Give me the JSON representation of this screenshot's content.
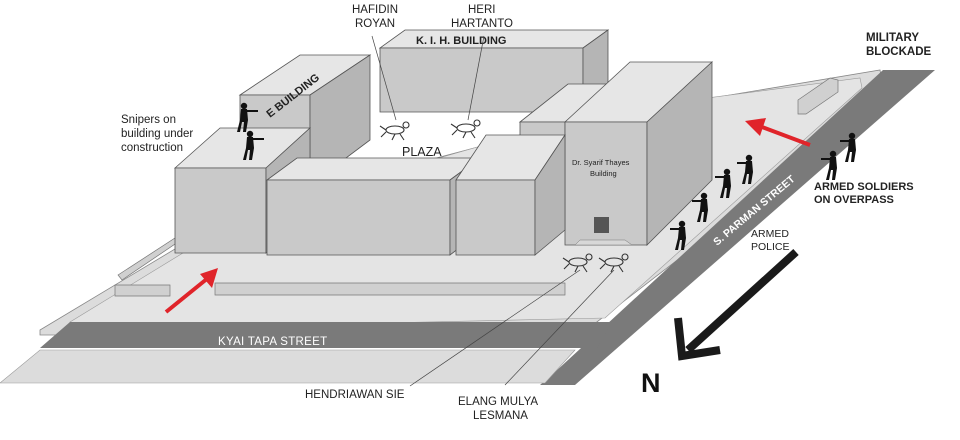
{
  "labels": {
    "hafidin": [
      "HAFIDIN",
      "ROYAN"
    ],
    "heri": [
      "HERI",
      "HARTANTO"
    ],
    "kih_building": "K. I. H. BUILDING",
    "e_building": "E BUILDING",
    "snipers": [
      "Snipers on",
      "building under",
      "construction"
    ],
    "plaza": "PLAZA",
    "syarif_building": [
      "Dr. Syarif Thayes",
      "Building"
    ],
    "military_blockade": [
      "MILITARY",
      "BLOCKADE"
    ],
    "armed_soldiers": [
      "ARMED SOLDIERS",
      "ON OVERPASS"
    ],
    "parman_street": "S. PARMAN STREET",
    "armed_police": [
      "ARMED",
      "POLICE"
    ],
    "kyai_tapa_street": "KYAI TAPA STREET",
    "hendriawan": "HENDRIAWAN SIE",
    "elang": [
      "ELANG MULYA",
      "LESMANA"
    ],
    "north": "N"
  },
  "colors": {
    "road": "#7a7a7a",
    "ground": "#dcdcdc",
    "building": "#c9c9c9",
    "arrow_red": "#e0242a",
    "figure": "#111111"
  }
}
